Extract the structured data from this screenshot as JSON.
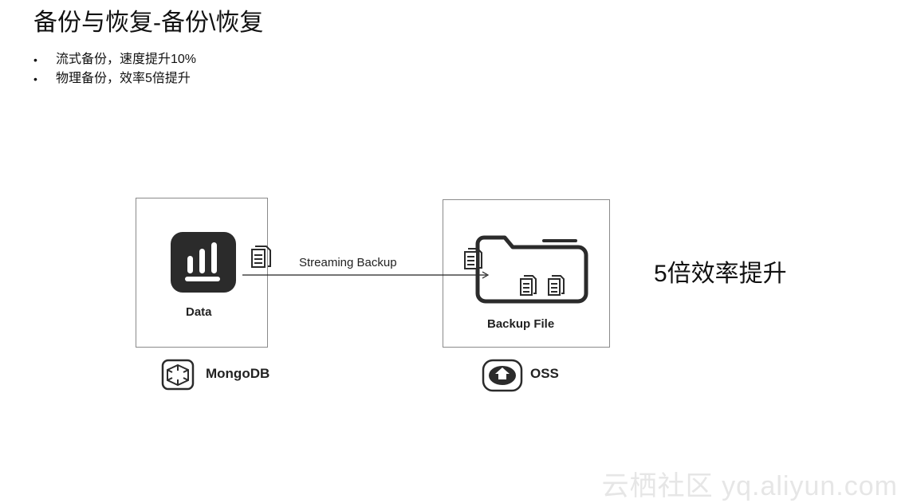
{
  "slide": {
    "title": "备份与恢复-备份\\恢复",
    "bullets": [
      "流式备份，速度提升10%",
      "物理备份，效率5倍提升"
    ]
  },
  "diagram": {
    "source_label": "Data",
    "arrow_label": "Streaming Backup",
    "target_label": "Backup File",
    "source_vendor": "MongoDB",
    "target_vendor": "OSS",
    "highlight": "5倍效率提升"
  },
  "icons": {
    "data": "bar-chart-icon",
    "document": "document-icon",
    "folder": "folder-icon",
    "mongodb": "mongodb-icon",
    "oss": "cloud-upload-icon"
  },
  "watermark": "云栖社区 yq.aliyun.com",
  "colors": {
    "text": "#111111",
    "icon_dark": "#2b2b2b",
    "box_border": "#8a8a8a",
    "watermark": "#e6e6e6"
  }
}
